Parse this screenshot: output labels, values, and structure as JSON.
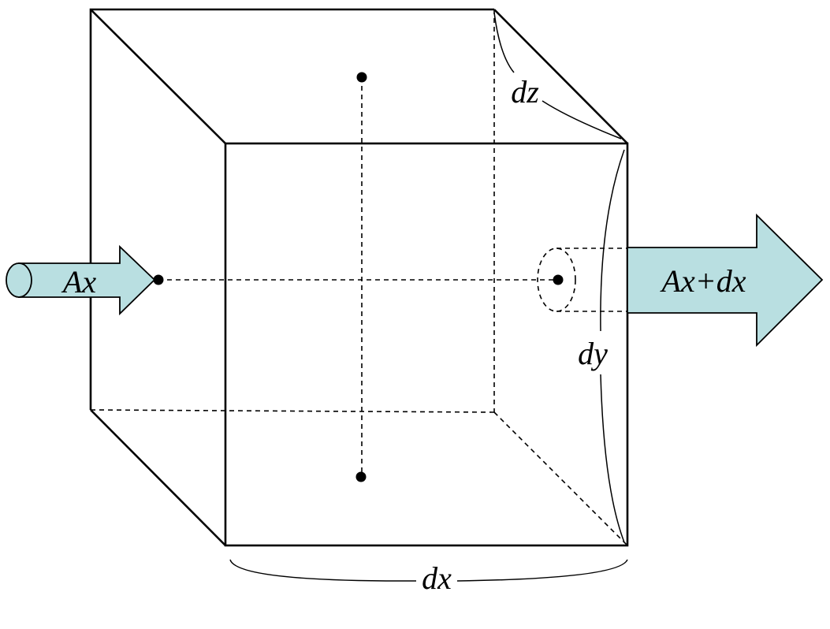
{
  "diagram": {
    "labels": {
      "inflow": "Ax",
      "outflow": "Ax+dx",
      "dx": "dx",
      "dy": "dy",
      "dz": "dz"
    },
    "colors": {
      "arrow_fill": "#b9dfe1",
      "line": "#000000",
      "background": "#ffffff"
    }
  }
}
